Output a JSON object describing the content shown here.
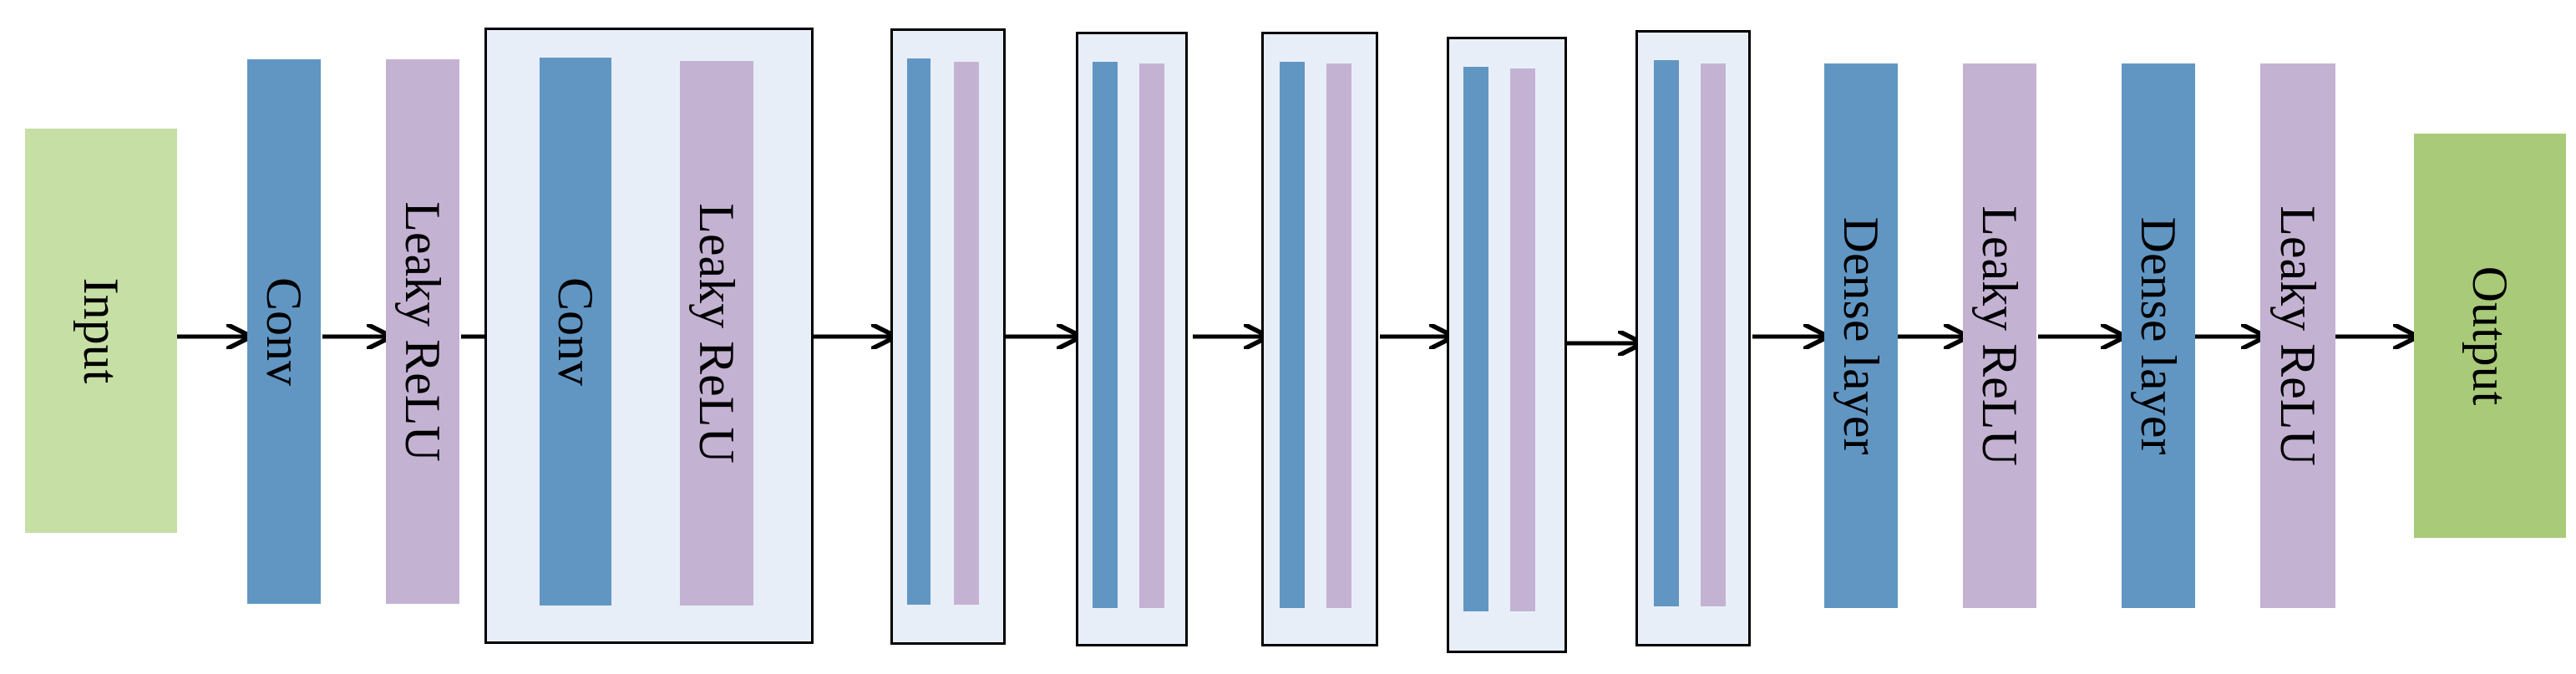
{
  "colors": {
    "input": "#c6dfa5",
    "output": "#a9ca79",
    "conv": "#6196c3",
    "relu": "#c4b2d3",
    "dense": "#6196c3",
    "group_fill": "#e8eef8",
    "line": "#000000"
  },
  "labels": {
    "input": "Input",
    "conv": "Conv",
    "leaky_relu": "Leaky ReLU",
    "dense": "Dense layer",
    "output": "Output"
  }
}
